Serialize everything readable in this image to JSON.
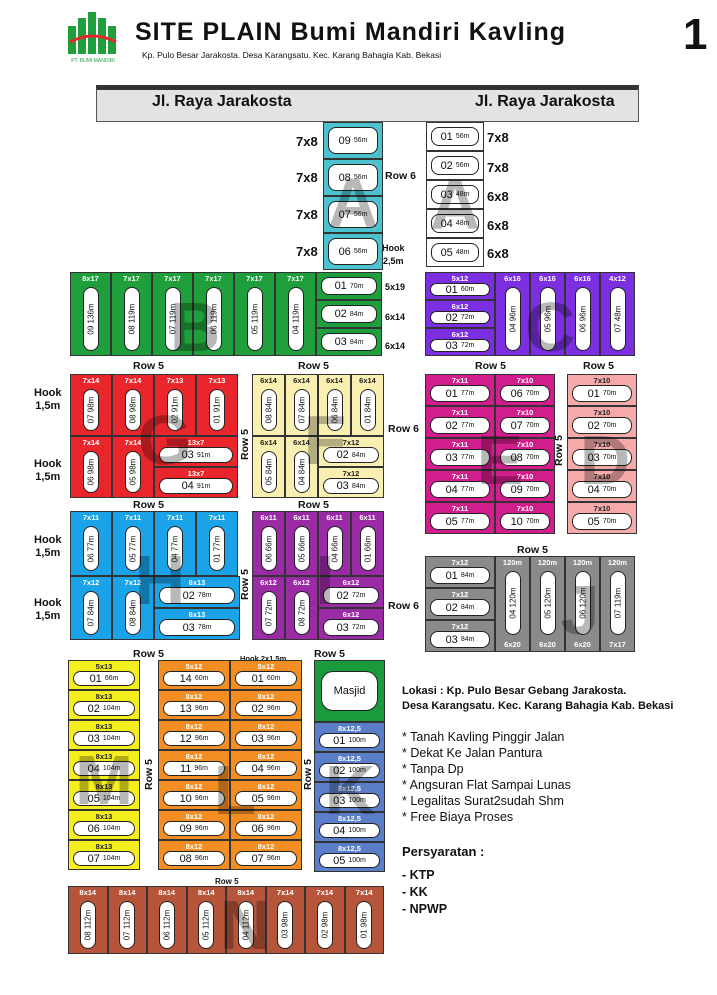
{
  "header": {
    "title": "SITE PLAIN Bumi Mandiri Kavling",
    "number": "1",
    "subtitle": "Kp. Pulo Besar Jarakosta. Desa Karangsatu. Kec. Karang Bahagia Kab. Bekasi",
    "logo_text": "PT. BUMI MANDIRI"
  },
  "road": {
    "left": "Jl. Raya Jarakosta",
    "right": "Jl. Raya Jarakosta"
  },
  "colors": {
    "teal": "#4cc2cf",
    "blue_outline": "#3fb0d8",
    "green": "#1f9e3c",
    "yellow": "#f4ee1e",
    "purple": "#7b2fe0",
    "red": "#e8262b",
    "cream": "#f8efb0",
    "magenta": "#d21d8c",
    "pink": "#f5a9a9",
    "sky": "#1aa3e8",
    "violet": "#9b2aa5",
    "gray": "#8a8a8a",
    "orange": "#f38e24",
    "steel": "#5a7fc8",
    "brown": "#b6553a",
    "masjid": "#1a9a3a"
  },
  "side_labels": [
    {
      "id": "a1",
      "text": "7x8"
    },
    {
      "id": "a2",
      "text": "7x8"
    },
    {
      "id": "a3",
      "text": "7x8"
    },
    {
      "id": "a4",
      "text": "7x8"
    },
    {
      "id": "b1",
      "text": "7x8"
    },
    {
      "id": "b2",
      "text": "7x8"
    },
    {
      "id": "b3",
      "text": "6x8"
    },
    {
      "id": "b4",
      "text": "6x8"
    },
    {
      "id": "b5",
      "text": "6x8"
    },
    {
      "id": "c1",
      "text": "5x19"
    },
    {
      "id": "c2",
      "text": "6x14"
    },
    {
      "id": "c3",
      "text": "6x14"
    }
  ],
  "hooks": [
    {
      "id": "h1",
      "text": "Hook\n2,5m"
    },
    {
      "id": "h2",
      "text": "Hook\n1,5m"
    },
    {
      "id": "h3",
      "text": "Hook\n1,5m"
    },
    {
      "id": "h4",
      "text": "Hook\n1,5m"
    },
    {
      "id": "h5",
      "text": "Hook\n1,5m"
    },
    {
      "id": "h6",
      "text": "Hook 2x1,5m"
    }
  ],
  "row_labels": [
    {
      "id": "r1",
      "text": "Row 6"
    },
    {
      "id": "r2",
      "text": "Row 5"
    },
    {
      "id": "r3",
      "text": "Row 5"
    },
    {
      "id": "r4",
      "text": "Row 5"
    },
    {
      "id": "r5",
      "text": "Row 5"
    },
    {
      "id": "r6",
      "text": "Row 5"
    },
    {
      "id": "r7",
      "text": "Row 5"
    },
    {
      "id": "r8",
      "text": "Row 5"
    },
    {
      "id": "r9",
      "text": "Row 6"
    },
    {
      "id": "r10",
      "text": "Row 5"
    },
    {
      "id": "r11",
      "text": "Row 5"
    },
    {
      "id": "r12",
      "text": "Row 5"
    },
    {
      "id": "r13",
      "text": "Row 6"
    },
    {
      "id": "r14",
      "text": "Row 5"
    },
    {
      "id": "r15",
      "text": "Row 5"
    },
    {
      "id": "r16",
      "text": "Row 5"
    },
    {
      "id": "r17",
      "text": "Row 5"
    },
    {
      "id": "r18",
      "text": "Row 5"
    },
    {
      "id": "r19",
      "text": "Row 5"
    },
    {
      "id": "r20",
      "text": "Row 5"
    },
    {
      "id": "r21",
      "text": "Row 5"
    }
  ],
  "blocks": [
    {
      "id": "A",
      "letter": "A",
      "color": "#4cc2cf",
      "lots": [
        {
          "no": "09",
          "area": "56m"
        },
        {
          "no": "08",
          "area": "56m"
        },
        {
          "no": "07",
          "area": "56m"
        },
        {
          "no": "06",
          "area": "56m"
        }
      ]
    },
    {
      "id": "A2",
      "letter": "A",
      "color": "#ffffff",
      "lots": [
        {
          "no": "01",
          "area": "56m"
        },
        {
          "no": "02",
          "area": "56m"
        },
        {
          "no": "03",
          "area": "48m"
        },
        {
          "no": "04",
          "area": "48m"
        },
        {
          "no": "05",
          "area": "48m"
        }
      ]
    },
    {
      "id": "B",
      "letter": "B",
      "color": "#1f9e3c",
      "lots": [
        {
          "no": "09",
          "size": "8x17",
          "area": "136m"
        },
        {
          "no": "08",
          "size": "7x17",
          "area": "119m"
        },
        {
          "no": "07",
          "size": "7x17",
          "area": "119m"
        },
        {
          "no": "06",
          "size": "7x17",
          "area": "119m"
        },
        {
          "no": "05",
          "size": "7x17",
          "area": "119m"
        },
        {
          "no": "04",
          "size": "7x17",
          "area": "119m"
        }
      ]
    },
    {
      "id": "B2",
      "color": "#1f9e3c",
      "lots": [
        {
          "no": "01",
          "area": "70m"
        },
        {
          "no": "02",
          "area": "84m"
        },
        {
          "no": "03",
          "area": "84m"
        }
      ]
    },
    {
      "id": "C",
      "letter": "C",
      "color": "#7b2fe0",
      "lots": [
        {
          "no": "01",
          "size": "5x12",
          "area": "60m"
        },
        {
          "no": "02",
          "size": "6x12",
          "area": "72m"
        },
        {
          "no": "03",
          "size": "6x12",
          "area": "72m"
        },
        {
          "no": "04",
          "size": "6x16",
          "area": "96m"
        },
        {
          "no": "05",
          "size": "6x16",
          "area": "96m"
        },
        {
          "no": "06",
          "size": "6x16",
          "area": "96m"
        },
        {
          "no": "07",
          "size": "4x12",
          "area": "48m"
        }
      ]
    },
    {
      "id": "G",
      "letter": "G",
      "color": "#e8262b",
      "lots": [
        {
          "no": "07",
          "size": "7x14",
          "area": "98m"
        },
        {
          "no": "08",
          "size": "7x14",
          "area": "98m"
        },
        {
          "no": "02",
          "size": "7x13",
          "area": "91m"
        },
        {
          "no": "01",
          "size": "7x13",
          "area": "91m"
        },
        {
          "no": "06",
          "size": "7x14",
          "area": "98m"
        },
        {
          "no": "05",
          "size": "7x14",
          "area": "98m"
        },
        {
          "no": "03",
          "size": "13x7",
          "area": "91m"
        },
        {
          "no": "04",
          "size": "13x7",
          "area": "91m"
        }
      ]
    },
    {
      "id": "F",
      "letter": "F",
      "color": "#f8efb0",
      "lots": [
        {
          "no": "08",
          "size": "6x14",
          "area": "84m"
        },
        {
          "no": "07",
          "size": "6x14",
          "area": "84m"
        },
        {
          "no": "06",
          "size": "6x14",
          "area": "84m"
        },
        {
          "no": "01",
          "size": "6x14",
          "area": "84m"
        },
        {
          "no": "05",
          "size": "6x14",
          "area": "84m"
        },
        {
          "no": "04",
          "size": "6x14",
          "area": "84m"
        },
        {
          "no": "02",
          "size": "7x12",
          "area": "84m"
        },
        {
          "no": "03",
          "size": "7x12",
          "area": "84m"
        }
      ]
    },
    {
      "id": "E",
      "letter": "E",
      "color": "#d21d8c",
      "lots": [
        {
          "no": "01",
          "size": "7x11",
          "area": "77m"
        },
        {
          "no": "02",
          "size": "7x11",
          "area": "77m"
        },
        {
          "no": "03",
          "size": "7x11",
          "area": "77m"
        },
        {
          "no": "04",
          "size": "7x11",
          "area": "77m"
        },
        {
          "no": "05",
          "size": "7x11",
          "area": "77m"
        },
        {
          "no": "06",
          "size": "7x10",
          "area": "70m"
        },
        {
          "no": "07",
          "size": "7x10",
          "area": "70m"
        },
        {
          "no": "08",
          "size": "7x10",
          "area": "70m"
        },
        {
          "no": "09",
          "size": "7x10",
          "area": "70m"
        },
        {
          "no": "10",
          "size": "7x10",
          "area": "70m"
        }
      ]
    },
    {
      "id": "D",
      "letter": "D",
      "color": "#f5a9a9",
      "lots": [
        {
          "no": "01",
          "size": "7x10",
          "area": "70m"
        },
        {
          "no": "02",
          "size": "7x10",
          "area": "70m"
        },
        {
          "no": "03",
          "size": "7x10",
          "area": "70m"
        },
        {
          "no": "04",
          "size": "7x10",
          "area": "70m"
        },
        {
          "no": "05",
          "size": "7x10",
          "area": "70m"
        }
      ]
    },
    {
      "id": "H",
      "letter": "H",
      "color": "#1aa3e8",
      "lots": [
        {
          "no": "06",
          "size": "7x11",
          "area": "77m"
        },
        {
          "no": "05",
          "size": "7x11",
          "area": "77m"
        },
        {
          "no": "04",
          "size": "7x11",
          "area": "77m"
        },
        {
          "no": "01",
          "size": "7x11",
          "area": "77m"
        },
        {
          "no": "07",
          "size": "7x12",
          "area": "84m"
        },
        {
          "no": "08",
          "size": "7x12",
          "area": "84m"
        },
        {
          "no": "02",
          "size": "6x13",
          "area": "78m"
        },
        {
          "no": "03",
          "size": "6x13",
          "area": "78m"
        }
      ]
    },
    {
      "id": "I",
      "letter": "I",
      "color": "#9b2aa5",
      "lots": [
        {
          "no": "06",
          "size": "6x11",
          "area": "66m"
        },
        {
          "no": "05",
          "size": "6x11",
          "area": "66m"
        },
        {
          "no": "04",
          "size": "6x11",
          "area": "66m"
        },
        {
          "no": "01",
          "size": "6x11",
          "area": "66m"
        },
        {
          "no": "07",
          "size": "6x12",
          "area": "72m"
        },
        {
          "no": "08",
          "size": "6x12",
          "area": "72m"
        },
        {
          "no": "02",
          "size": "6x12",
          "area": "72m"
        },
        {
          "no": "03",
          "size": "6x12",
          "area": "72m"
        }
      ]
    },
    {
      "id": "J",
      "letter": "J",
      "color": "#8a8a8a",
      "lots": [
        {
          "no": "01",
          "size": "7x12",
          "area": "84m"
        },
        {
          "no": "02",
          "size": "7x12",
          "area": "84m"
        },
        {
          "no": "03",
          "size": "7x12",
          "area": "84m"
        },
        {
          "no": "04",
          "size": "120m",
          "area": "120m",
          "foot": "6x20"
        },
        {
          "no": "05",
          "size": "120m",
          "area": "120m",
          "foot": "6x20"
        },
        {
          "no": "06",
          "size": "120m",
          "area": "120m",
          "foot": "6x20"
        },
        {
          "no": "07",
          "size": "120m",
          "area": "119m",
          "foot": "7x17"
        }
      ]
    },
    {
      "id": "M",
      "letter": "M",
      "color": "#f4ee1e",
      "lots": [
        {
          "no": "01",
          "size": "5x13",
          "area": "66m"
        },
        {
          "no": "02",
          "size": "8x13",
          "area": "104m"
        },
        {
          "no": "03",
          "size": "8x13",
          "area": "104m"
        },
        {
          "no": "04",
          "size": "8x13",
          "area": "104m"
        },
        {
          "no": "05",
          "size": "8x13",
          "area": "104m"
        },
        {
          "no": "06",
          "size": "8x13",
          "area": "104m"
        },
        {
          "no": "07",
          "size": "8x13",
          "area": "104m"
        }
      ]
    },
    {
      "id": "L",
      "letter": "L",
      "color": "#f38e24",
      "lots": [
        {
          "no": "14",
          "size": "5x12",
          "area": "60m"
        },
        {
          "no": "13",
          "size": "8x12",
          "area": "96m"
        },
        {
          "no": "12",
          "size": "8x12",
          "area": "96m"
        },
        {
          "no": "11",
          "size": "8x12",
          "area": "96m"
        },
        {
          "no": "10",
          "size": "8x12",
          "area": "96m"
        },
        {
          "no": "09",
          "size": "8x12",
          "area": "96m"
        },
        {
          "no": "08",
          "size": "8x12",
          "area": "96m"
        },
        {
          "no": "01",
          "size": "5x12",
          "area": "60m"
        },
        {
          "no": "02",
          "size": "8x12",
          "area": "96m"
        },
        {
          "no": "03",
          "size": "8x12",
          "area": "96m"
        },
        {
          "no": "04",
          "size": "8x12",
          "area": "96m"
        },
        {
          "no": "05",
          "size": "8x12",
          "area": "96m"
        },
        {
          "no": "06",
          "size": "8x12",
          "area": "96m"
        },
        {
          "no": "07",
          "size": "8x12",
          "area": "96m"
        }
      ]
    },
    {
      "id": "K",
      "letter": "K",
      "color": "#5a7fc8",
      "lots": [
        {
          "no": "01",
          "size": "8x12,5",
          "area": "100m"
        },
        {
          "no": "02",
          "size": "8x12,5",
          "area": "100m"
        },
        {
          "no": "03",
          "size": "8x12,5",
          "area": "100m"
        },
        {
          "no": "04",
          "size": "8x12,5",
          "area": "100m"
        },
        {
          "no": "05",
          "size": "8x12,5",
          "area": "100m"
        }
      ]
    },
    {
      "id": "N",
      "letter": "N",
      "color": "#b6553a",
      "lots": [
        {
          "no": "08",
          "size": "8x14",
          "area": "112m"
        },
        {
          "no": "07",
          "size": "8x14",
          "area": "112m"
        },
        {
          "no": "06",
          "size": "8x14",
          "area": "112m"
        },
        {
          "no": "05",
          "size": "8x14",
          "area": "112m"
        },
        {
          "no": "04",
          "size": "8x14",
          "area": "112m"
        },
        {
          "no": "03",
          "size": "7x14",
          "area": "98m"
        },
        {
          "no": "02",
          "size": "7x14",
          "area": "98m"
        },
        {
          "no": "01",
          "size": "7x14",
          "area": "98m"
        }
      ]
    }
  ],
  "masjid": "Masjid",
  "location": {
    "line1": "Lokasi : Kp. Pulo Besar Gebang Jarakosta.",
    "line2": "Desa Karangsatu. Kec. Karang Bahagia Kab. Bekasi"
  },
  "features": [
    "* Tanah Kavling Pinggir Jalan",
    "* Dekat Ke Jalan Pantura",
    "* Tanpa Dp",
    "* Angsuran Flat Sampai Lunas",
    "* Legalitas Surat2sudah Shm",
    "* Free Biaya Proses"
  ],
  "requirements_title": "Persyaratan :",
  "requirements": [
    "- KTP",
    "- KK",
    "- NPWP"
  ]
}
